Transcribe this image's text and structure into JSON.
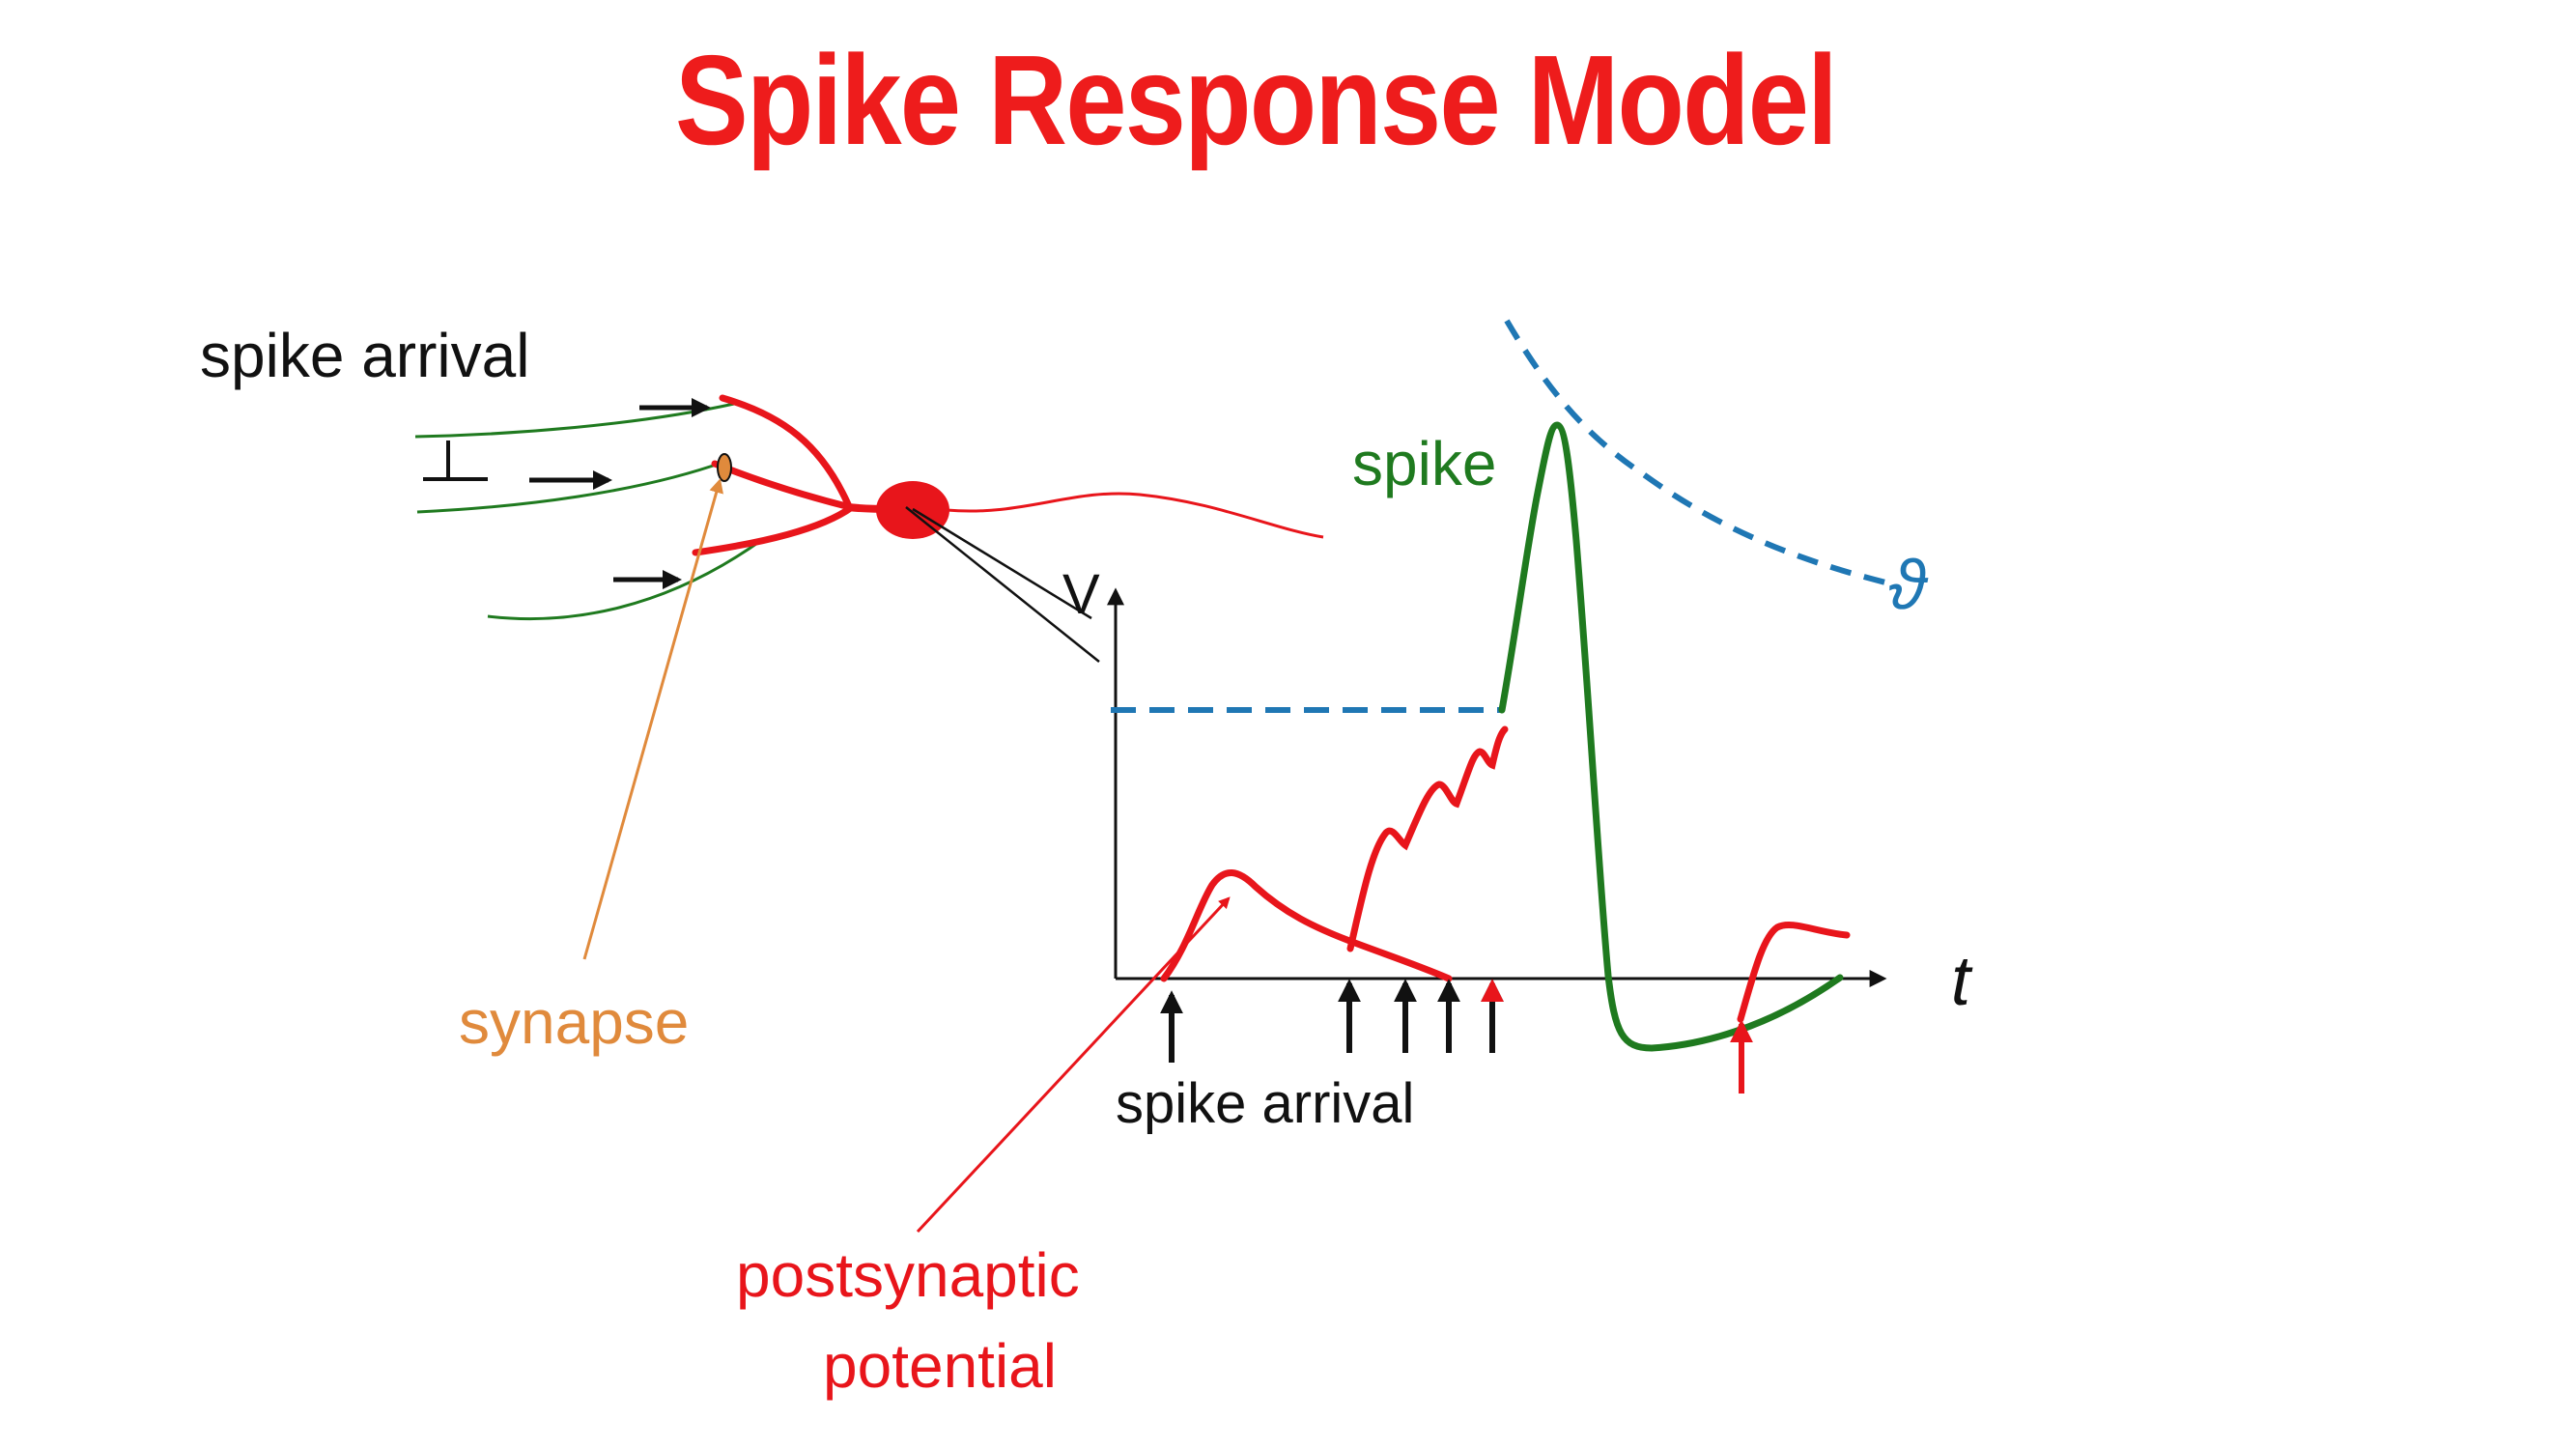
{
  "title": "Spike Response Model",
  "labels": {
    "spike_arrival_top": "spike arrival",
    "synapse": "synapse",
    "spike": "spike",
    "theta": "ϑ",
    "v_axis": "V",
    "t_axis": "t",
    "spike_arrival_bottom": "spike arrival",
    "psp_line1": "postsynaptic",
    "psp_line2": "potential"
  },
  "colors": {
    "title": "#ee1c1c",
    "neuron": "#e8151b",
    "dendrite": "#1f7a1f",
    "threshold": "#1f77b4",
    "synapse": "#e08a3c",
    "text": "#111111"
  }
}
